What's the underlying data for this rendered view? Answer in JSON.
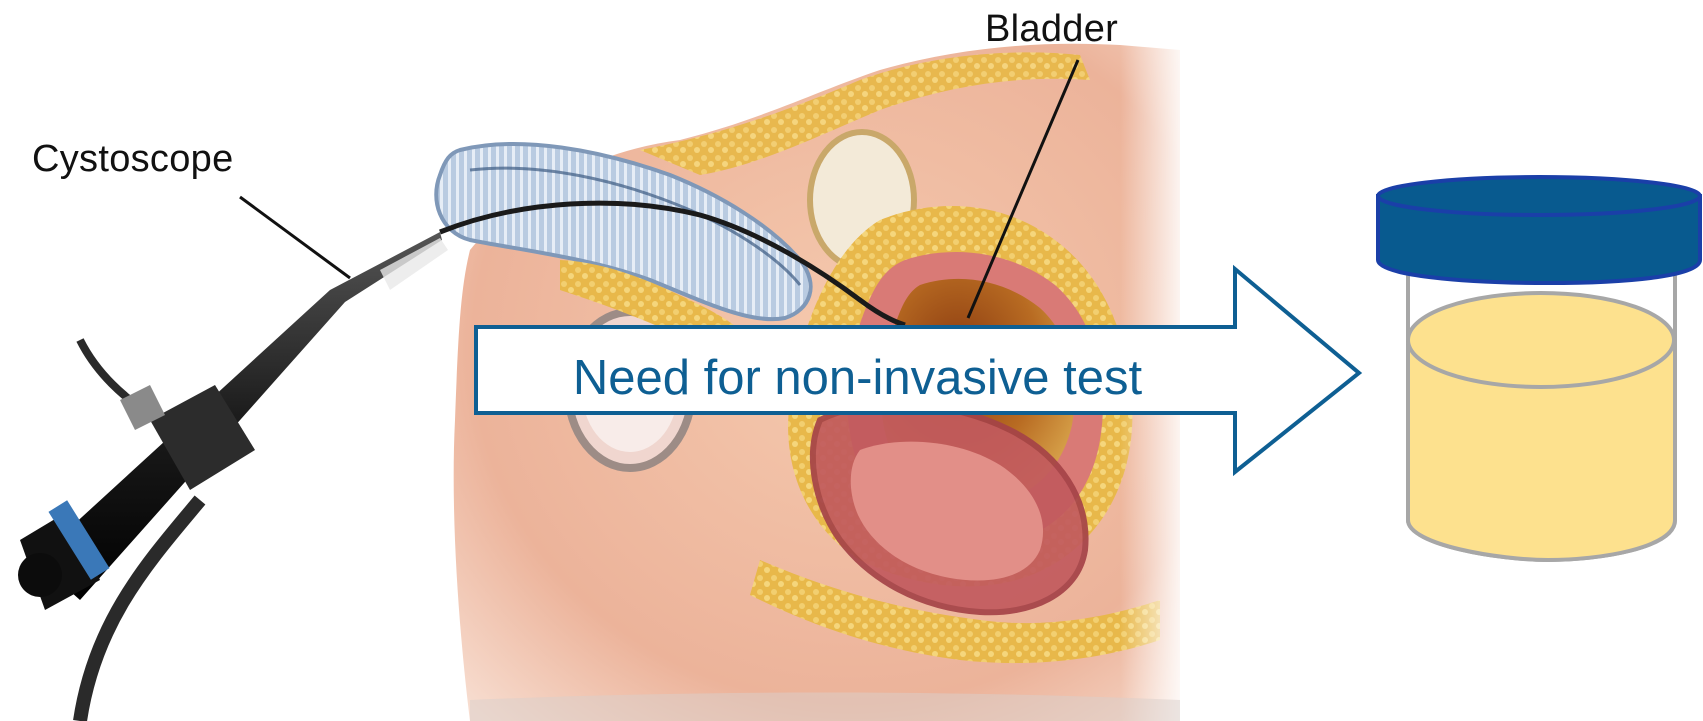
{
  "labels": {
    "cystoscope": "Cystoscope",
    "bladder": "Bladder"
  },
  "arrow": {
    "text": "Need for non-invasive test"
  },
  "colors": {
    "arrow_stroke": "#0e5f93",
    "arrow_text": "#0e5f93",
    "cup_lid": "#085a8f",
    "cup_lid_stroke": "#1a3fa8",
    "urine": "#fde18e",
    "cup_outline": "#a7a7a7",
    "fat_tissue": "#e8b84a",
    "bladder_wall": "#d97a76",
    "bladder_interior": "#b06a20",
    "skin": "#f0c2a8",
    "cystoscope": "#222222"
  },
  "icons": {
    "cystoscope": "cystoscope-icon",
    "anatomy": "pelvic-anatomy-illustration",
    "urine_cup": "urine-sample-cup-icon"
  }
}
